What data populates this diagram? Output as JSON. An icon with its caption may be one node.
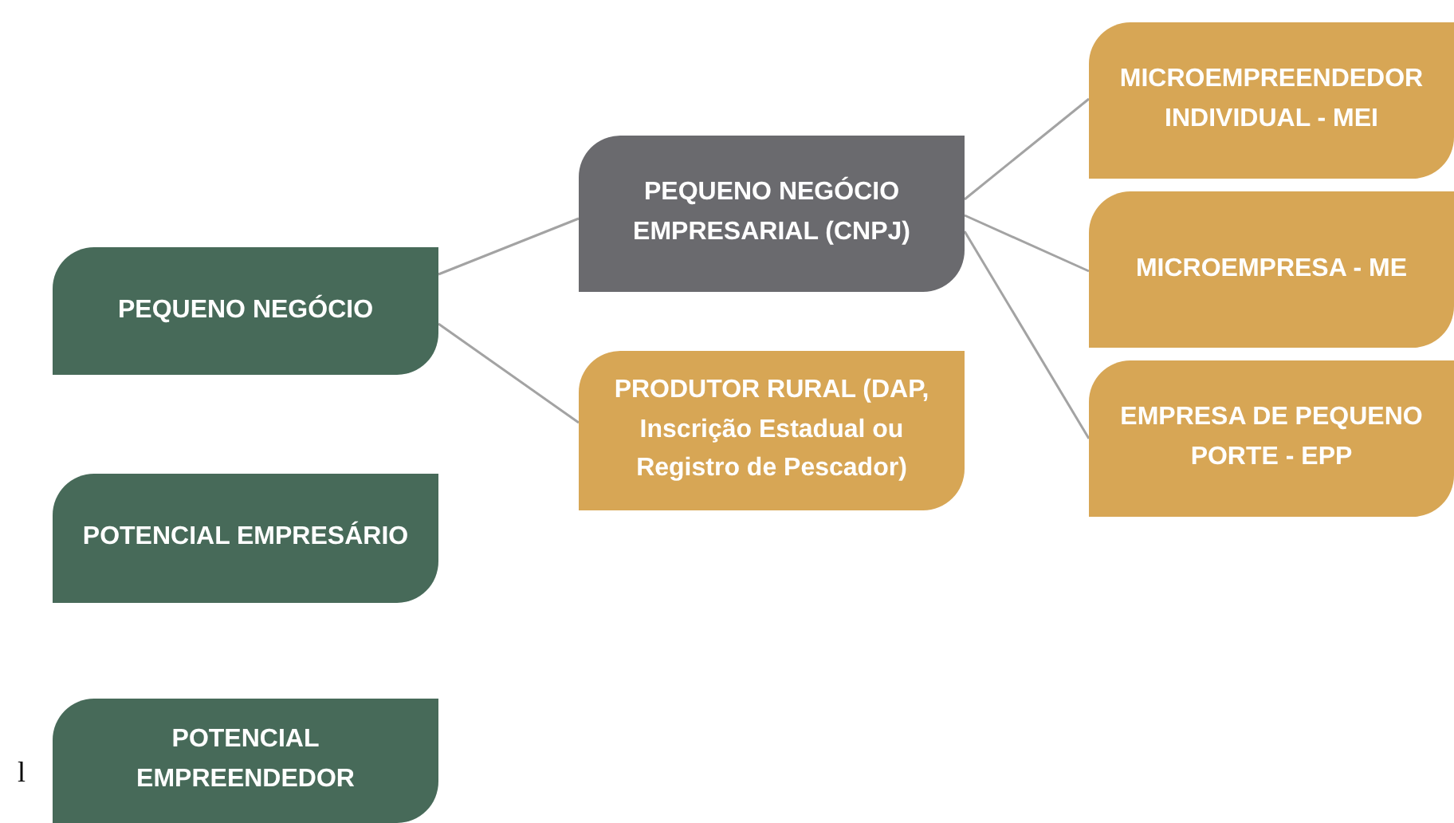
{
  "diagram": {
    "nodes": [
      {
        "text": [
          "PEQUENO NEGÓCIO"
        ]
      },
      {
        "text": [
          "POTENCIAL EMPRESÁRIO"
        ]
      },
      {
        "text": [
          "POTENCIAL EMPREENDEDOR"
        ]
      },
      {
        "text": [
          "PEQUENO NEGÓCIO EMPRESARIAL (CNPJ)"
        ]
      },
      {
        "text": [
          "PRODUTOR RURAL (DAP, Inscrição Estadual ou Registro de Pescador)"
        ]
      },
      {
        "text": [
          "MICROEMPREENDEDOR INDIVIDUAL - MEI"
        ]
      },
      {
        "text": [
          "MICROEMPRESA - ME"
        ]
      },
      {
        "text": [
          "EMPRESA DE PEQUENO PORTE - EPP"
        ]
      }
    ],
    "edges": [
      {
        "from": 0,
        "to": 3,
        "arrow": "none"
      },
      {
        "from": 0,
        "to": 4,
        "arrow": "none"
      },
      {
        "from": 3,
        "to": 5,
        "arrow": "none"
      },
      {
        "from": 3,
        "to": 6,
        "arrow": "none"
      },
      {
        "from": 3,
        "to": 7,
        "arrow": "none"
      }
    ],
    "labels": [
      "l"
    ]
  }
}
